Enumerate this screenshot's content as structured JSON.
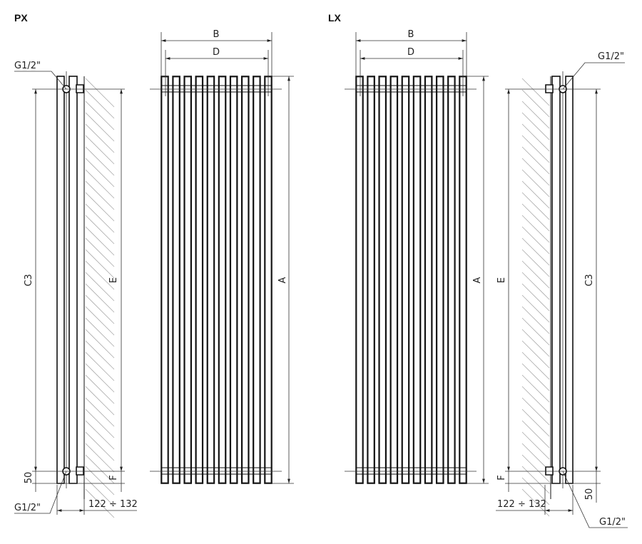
{
  "views": {
    "px": {
      "title": "PX",
      "connection_top": "G1/2\"",
      "connection_bottom": "G1/2\"",
      "dim_c3": "C3",
      "dim_e": "E",
      "dim_f": "F",
      "dim_50": "50",
      "dim_depth": "122 ÷ 132",
      "dim_a": "A",
      "dim_b": "B",
      "dim_d": "D"
    },
    "lx": {
      "title": "LX",
      "connection_top": "G1/2\"",
      "connection_bottom": "G1/2\"",
      "dim_c3": "C3",
      "dim_e": "E",
      "dim_f": "F",
      "dim_50": "50",
      "dim_depth": "122 ÷ 132",
      "dim_a": "A",
      "dim_b": "B",
      "dim_d": "D"
    }
  },
  "tube_count": 10
}
